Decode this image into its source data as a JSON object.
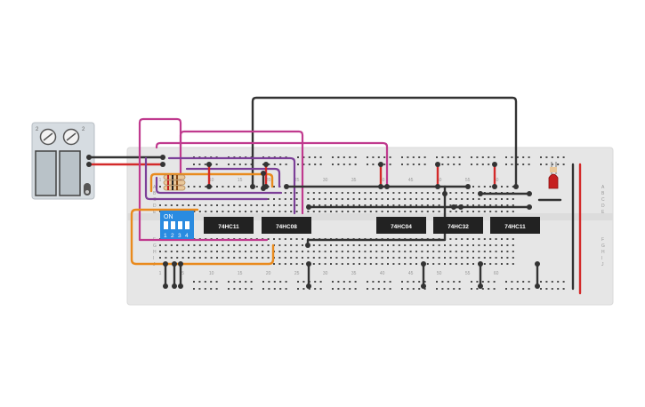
{
  "canvas": {
    "background": "#ffffff"
  },
  "colors": {
    "breadboard": "#e6e6e6",
    "hole": "#4a4a4a",
    "chip": "#222222",
    "chip_text": "#ffffff",
    "wire_black": "#333333",
    "wire_red": "#d32a2a",
    "wire_magenta": "#c03a8e",
    "wire_purple": "#7c3f98",
    "wire_orange": "#e98a1d",
    "dip_switch": "#2a8be0",
    "led": "#c61f1f",
    "battery_body": "#cfd6dc"
  },
  "battery_pack": {
    "icon": "battery-pack-icon",
    "terminal_labels": [
      "2",
      "2"
    ],
    "cells": 2
  },
  "dip_switch": {
    "label_on": "ON",
    "positions": [
      "1",
      "2",
      "3",
      "4"
    ],
    "icon": "dip-switch-icon"
  },
  "chips": [
    {
      "id": "chip-1",
      "label": "74HC11"
    },
    {
      "id": "chip-2",
      "label": "74HC08"
    },
    {
      "id": "chip-3",
      "label": "74HC04"
    },
    {
      "id": "chip-4",
      "label": "74HC32"
    },
    {
      "id": "chip-5",
      "label": "74HC11"
    }
  ],
  "breadboard": {
    "column_numbers": [
      "1",
      "5",
      "10",
      "15",
      "20",
      "25",
      "30",
      "35",
      "40",
      "45",
      "50",
      "55",
      "60"
    ],
    "row_letters_top": [
      "A",
      "B",
      "C",
      "D",
      "E"
    ],
    "row_letters_bottom": [
      "F",
      "G",
      "H",
      "I",
      "J"
    ]
  },
  "led": {
    "icon": "red-led-icon"
  },
  "resistors": {
    "count": 3,
    "icon": "resistor-icon"
  }
}
